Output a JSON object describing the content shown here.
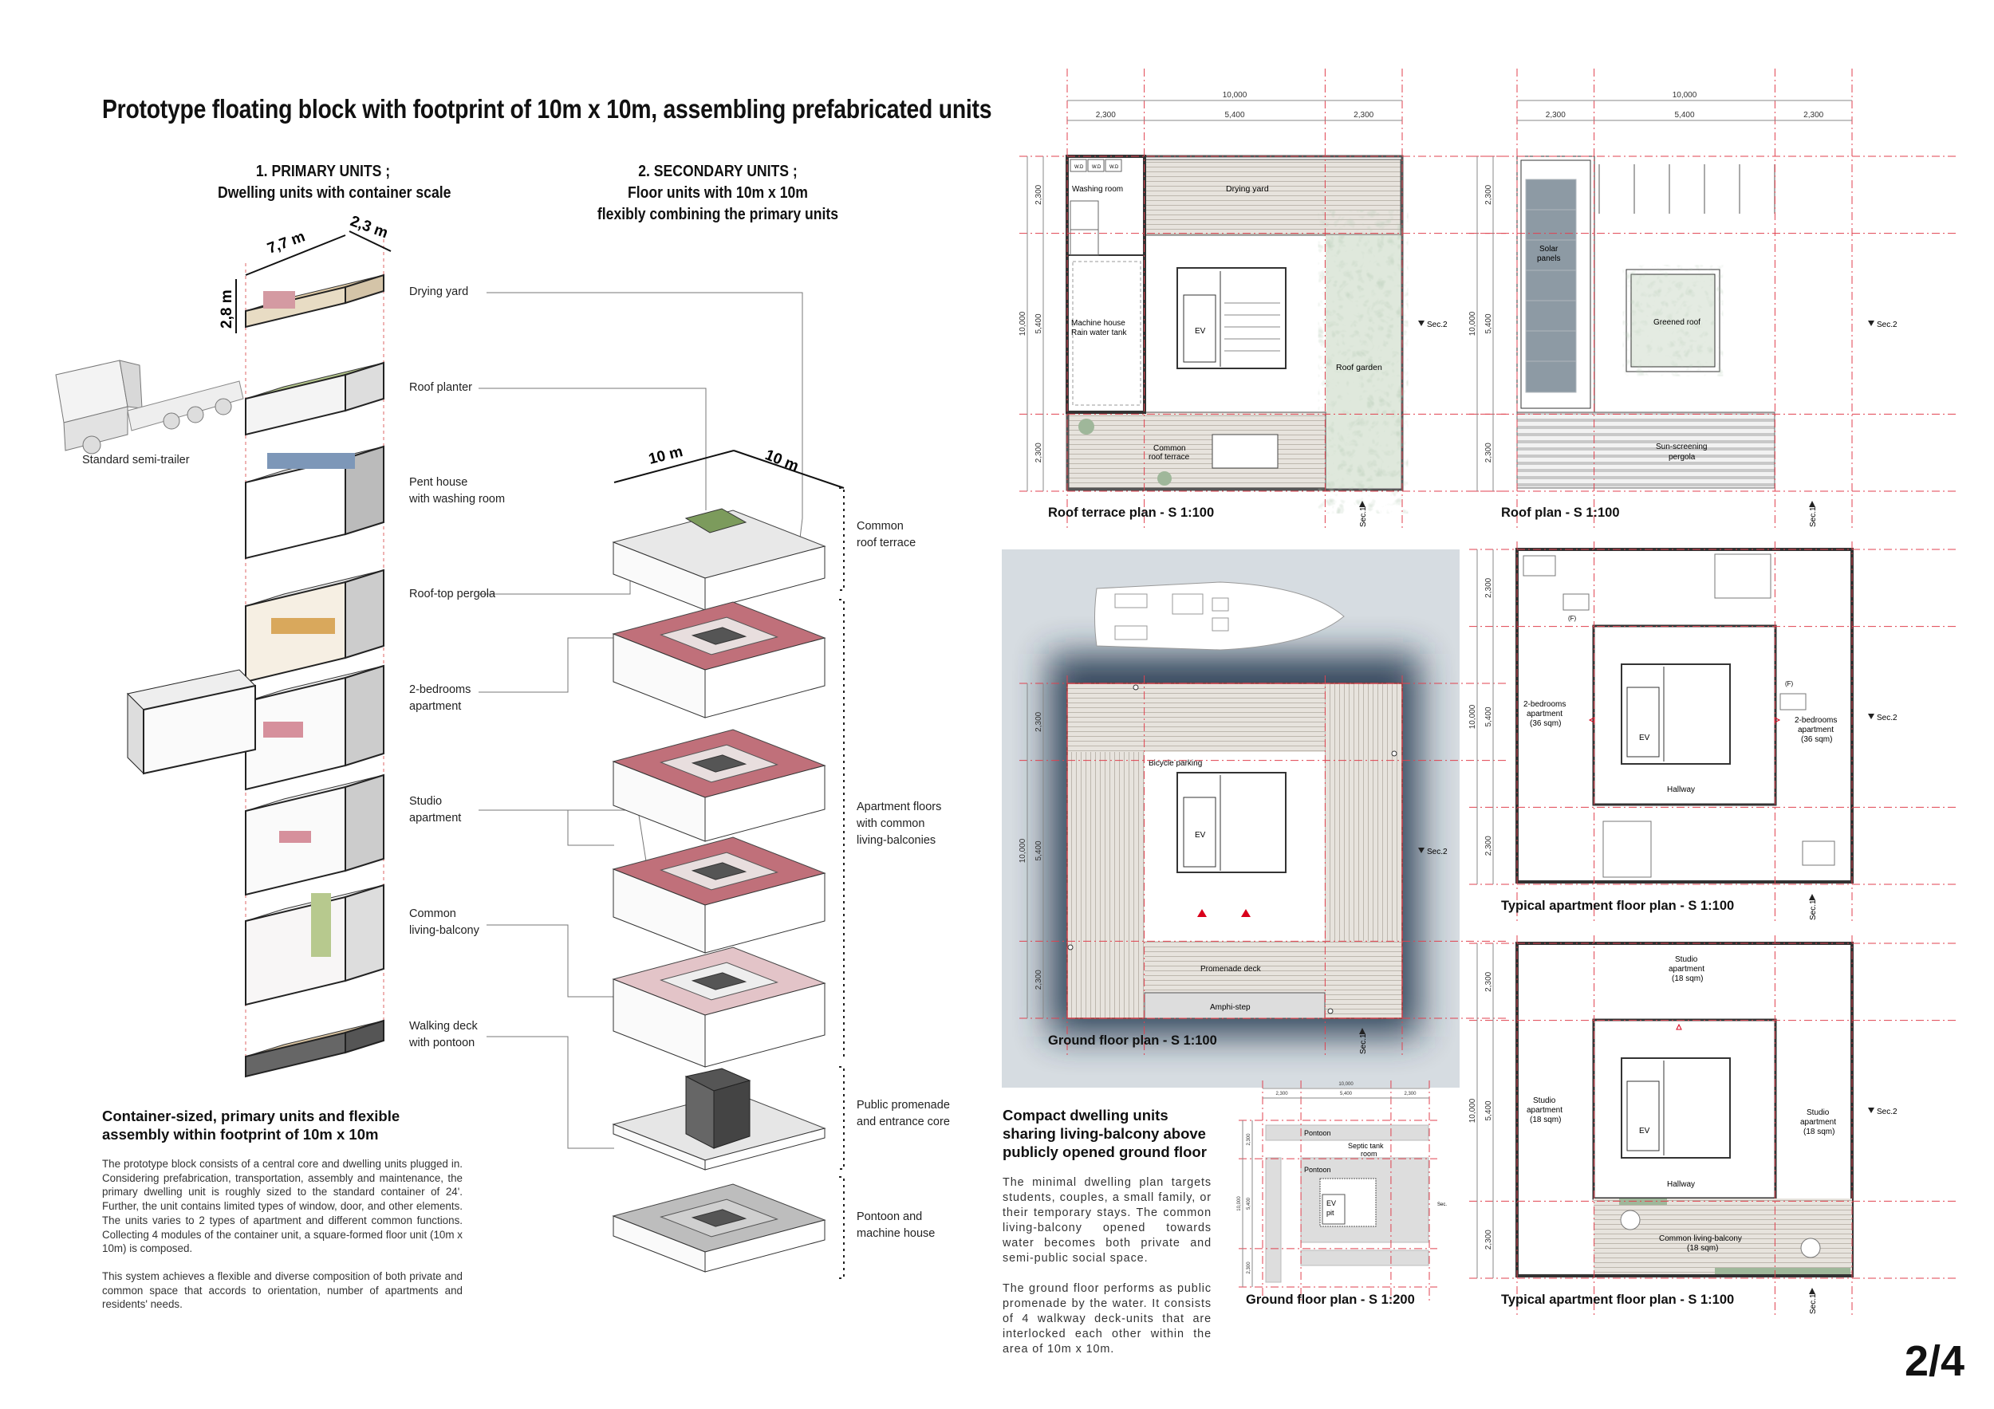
{
  "title": "Prototype floating block with footprint of 10m x 10m, assembling prefabricated units",
  "primary": {
    "heading": "1.  PRIMARY UNITS ;",
    "subheading": "Dwelling units with container scale",
    "dims": {
      "length": "7,7 m",
      "width": "2,3 m",
      "height": "2,8 m"
    },
    "trailer_label": "Standard semi-trailer",
    "labels": [
      {
        "l1": "Drying yard",
        "l2": ""
      },
      {
        "l1": "Roof planter",
        "l2": ""
      },
      {
        "l1": "Pent house",
        "l2": "with washing room"
      },
      {
        "l1": "Roof-top pergola",
        "l2": ""
      },
      {
        "l1": "2-bedrooms",
        "l2": "apartment"
      },
      {
        "l1": "Studio",
        "l2": "apartment"
      },
      {
        "l1": "Common",
        "l2": "living-balcony"
      },
      {
        "l1": "Walking deck",
        "l2": "with pontoon"
      }
    ]
  },
  "secondary": {
    "heading": "2.  SECONDARY UNITS ;",
    "subheading1": "Floor units with 10m x 10m",
    "subheading2": "flexibly combining the primary units",
    "dims": {
      "a": "10 m",
      "b": "10 m"
    },
    "labels": [
      {
        "l1": "Common",
        "l2": "roof terrace",
        "l3": ""
      },
      {
        "l1": "Apartment floors",
        "l2": "with common",
        "l3": "living-balconies"
      },
      {
        "l1": "Public promenade",
        "l2": "and entrance core",
        "l3": ""
      },
      {
        "l1": "Pontoon and",
        "l2": "machine house",
        "l3": ""
      }
    ]
  },
  "left_text": {
    "heading": "Container-sized, primary units and flexible assembly within footprint of 10m x 10m",
    "paragraphs": [
      "The prototype block consists of a central core and dwelling units plugged in.  Considering prefabrication, transportation, assembly and maintenance, the primary dwelling unit is roughly sized to the standard container of 24'.  Further, the unit contains limited types of window, door, and other elements.  The units varies to 2 types of apartment and different common functions.  Collecting 4 modules of the container unit, a square-formed floor unit (10m x 10m) is composed.",
      "This system achieves a flexible and diverse composition of both private and common space that accords to orientation, number of apartments and residents' needs."
    ]
  },
  "middle_text": {
    "heading": "Compact dwelling units sharing living-balcony above publicly opened ground floor",
    "paragraphs": [
      "The minimal dwelling plan targets students, couples, a small family, or their temporary stays. The common living-balcony opened towards water becomes both private and semi-public social space.",
      "The ground floor performs as public promenade by the water.  It consists of 4 walkway deck-units that are interlocked each other within the area of 10m x 10m."
    ]
  },
  "plans": {
    "dims": {
      "total": "10,000",
      "side": "2,300",
      "middle": "5,400"
    },
    "sec1": "Sec.1",
    "sec2": "Sec.2",
    "roof_terrace": {
      "title": "Roof terrace plan - S 1:100",
      "wd": "W.D",
      "washing_room": "Washing room",
      "machine_house": "Machine house",
      "rain_water_tank": "Rain water tank",
      "drying_yard": "Drying yard",
      "ev": "EV",
      "roof_garden": "Roof garden",
      "common": "Common",
      "roof_terrace": "roof terrace"
    },
    "roof": {
      "title": "Roof plan - S 1:100",
      "solar1": "Solar",
      "solar2": "panels",
      "greened_roof": "Greened roof",
      "pergola1": "Sun-screening",
      "pergola2": "pergola"
    },
    "ground": {
      "title": "Ground floor plan - S 1:100",
      "bicycle_parking": "Bicycle parking",
      "ev": "EV",
      "promenade_deck": "Promenade deck",
      "amphi_step": "Amphi-step"
    },
    "apartment_a": {
      "title": "Typical apartment floor plan - S 1:100",
      "apt_l1": "2-bedrooms",
      "apt_l2": "apartment",
      "apt_l3": "(36 sqm)",
      "hallway": "Hallway",
      "ev": "EV",
      "fridge": "(F)"
    },
    "apartment_b": {
      "title": "Typical apartment floor plan - S 1:100",
      "apt_l1": "Studio",
      "apt_l2": "apartment",
      "apt_l3": "(18 sqm)",
      "hallway": "Hallway",
      "ev": "EV",
      "balcony_l1": "Common living-balcony",
      "balcony_l2": "(18 sqm)"
    },
    "ground_small": {
      "title": "Ground floor plan - S 1:200",
      "pontoon": "Pontoon",
      "septic1": "Septic tank",
      "septic2": "room",
      "ev1": "EV",
      "ev2": "pit",
      "sec": "Sec."
    }
  },
  "colors": {
    "grid_red": "#e0424f",
    "rose": "#c0707a",
    "green": "#9fb79a",
    "solar": "#8d9aa4",
    "water": "#d3dadf",
    "deck": "#e6e2dc"
  },
  "page_number": "2/4"
}
